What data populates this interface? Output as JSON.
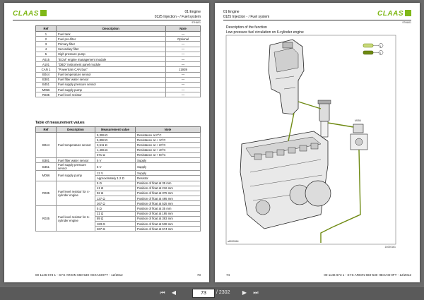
{
  "left_page": {
    "logo": "CLAAS",
    "table1": {
      "headers": [
        "Ref",
        "Description",
        "Note"
      ],
      "rows": [
        [
          "1",
          "Fuel tank",
          "—"
        ],
        [
          "2",
          "Fuel pre-filter",
          "Optional"
        ],
        [
          "3",
          "Primary filter",
          "—"
        ],
        [
          "4",
          "Secondary filter",
          "—"
        ],
        [
          "5",
          "High pressure pump",
          "—"
        ],
        [
          "A015",
          "\"ECM\" engine management module",
          "—"
        ],
        [
          "A101",
          "\"DBD\" instrument panel module",
          "—"
        ],
        [
          "CAN 1",
          "\"Powertrain CAN bus\"",
          "J1939"
        ],
        [
          "B044",
          "Fuel temperature sensor",
          "—"
        ],
        [
          "B381",
          "Fuel filter water sensor",
          "—"
        ],
        [
          "B451",
          "Fuel supply pressure sensor",
          "—"
        ],
        [
          "M056",
          "Fuel supply pump",
          "—"
        ],
        [
          "R035",
          "Fuel level resistor",
          "—"
        ]
      ]
    },
    "section_title": "Table of measurement values",
    "table2": {
      "headers": [
        "Ref",
        "Description",
        "Measurement value",
        "Note"
      ],
      "groups": [
        {
          "ref": "B044",
          "desc": "Fuel temperature sensor",
          "rows": [
            [
              "9,399 Ω",
              "Resistance at 0°C"
            ],
            [
              "5,898 Ω",
              "Resistance at + 10°C"
            ],
            [
              "3,511 Ω",
              "Resistance at + 20°C"
            ],
            [
              "1,465 Ω",
              "Resistance at + 40°C"
            ],
            [
              "671 Ω",
              "Resistance at + 60°C"
            ]
          ]
        },
        {
          "ref": "B381",
          "desc": "Fuel filter water sensor",
          "rows": [
            [
              "5 V",
              "Supply"
            ]
          ]
        },
        {
          "ref": "B451",
          "desc": "Fuel supply pressure sensor",
          "rows": [
            [
              "5 V",
              "Supply"
            ]
          ]
        },
        {
          "ref": "M056",
          "desc": "Fuel supply pump",
          "rows": [
            [
              "12 V",
              "Supply"
            ],
            [
              "Approximately 1.2 Ω",
              "Resistor"
            ]
          ]
        },
        {
          "ref": "R035",
          "desc": "Fuel level resistor for 4-cylinder engine",
          "rows": [
            [
              "5 Ω",
              "Position of float at 35 mm"
            ],
            [
              "41 Ω",
              "Position of float at 216 mm"
            ],
            [
              "92 Ω",
              "Position of float at 375 mm"
            ],
            [
              "137 Ω",
              "Position of float at 495 mm"
            ],
            [
              "267 Ω",
              "Position of float at 525 mm"
            ]
          ]
        },
        {
          "ref": "R035",
          "desc": "Fuel level resistor for 6-cylinder engine",
          "rows": [
            [
              "5 Ω",
              "Position of float at 35 mm"
            ],
            [
              "21 Ω",
              "Position of float at 195 mm"
            ],
            [
              "89 Ω",
              "Position of float at 393 mm"
            ],
            [
              "183 Ω",
              "Position of float at 538 mm"
            ],
            [
              "267 Ω",
              "Position of float at 674 mm"
            ]
          ]
        }
      ]
    },
    "footer_left": "00 1146 673 1 - SYS ARION 660-530 HEXASHIFT - 12/2012",
    "page_number": "73"
  },
  "right_page": {
    "logo": "CLAAS",
    "header_line1": "01 Engine",
    "header_line2": "0125 Injection - / Fuel system",
    "header_code": "97HA01",
    "title1": "Description of the function",
    "title2": "Low pressure fuel circulation on 6-cylinder engine",
    "callouts": [
      "1",
      "2"
    ],
    "label_m056": "M056",
    "img_code": "a8000064",
    "img_code2": "14000161",
    "footer_right": "00 1146 673 1 - SYS ARION 660-530 HEXASHIFT - 12/2012",
    "page_number": "74"
  },
  "left_header": {
    "line1": "01 Engine",
    "line2": "0125 Injection - / Fuel system",
    "code": "97HA01"
  },
  "toolbar": {
    "current_page": "73 / 2302",
    "page_label": "73",
    "total": "/ 2302"
  },
  "colors": {
    "brand": "#7fb817",
    "fuel_line": "#6e8a12"
  }
}
